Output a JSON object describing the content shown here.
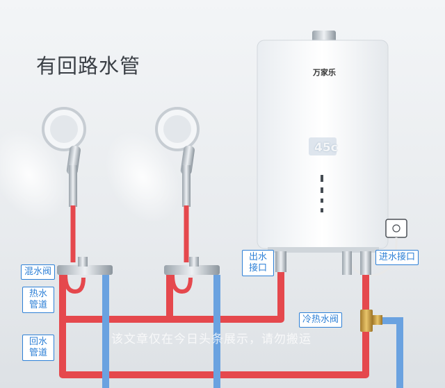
{
  "title": "有回路水管",
  "heater": {
    "brand": "万家乐",
    "display": "45c"
  },
  "labels": {
    "mixing_valve": "混水阀",
    "hot_water_pipe": "热水管道",
    "return_pipe": "回水管道",
    "outlet": "出水接口",
    "inlet": "进水接口",
    "hot_cold_valve": "冷热水阀"
  },
  "watermark": "该文章仅在今日头条展示，请勿搬运",
  "colors": {
    "hot_pipe": "#e5484d",
    "cold_pipe": "#6aa2e0",
    "label_border": "#2c7fd6"
  }
}
